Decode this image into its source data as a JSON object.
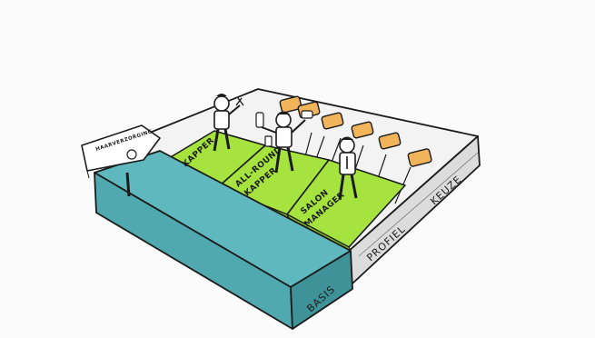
{
  "labels": {
    "sign": "HAARVERZORGING",
    "zone1": "KAPPER",
    "zone2_line1": "ALL-ROUND",
    "zone2_line2": "KAPPER",
    "zone3_line1": "SALON",
    "zone3_line2": "MANAGER",
    "basis": "BASIS",
    "profiel": "PROFIEL",
    "keuze": "KEUZE"
  },
  "colors": {
    "background": "#fbfbfb",
    "teal": "#4fa9ae",
    "green": "#a6e33e",
    "orange": "#f2b45a",
    "gray_board": "#eeeeee",
    "outline": "#1b1b1b"
  }
}
